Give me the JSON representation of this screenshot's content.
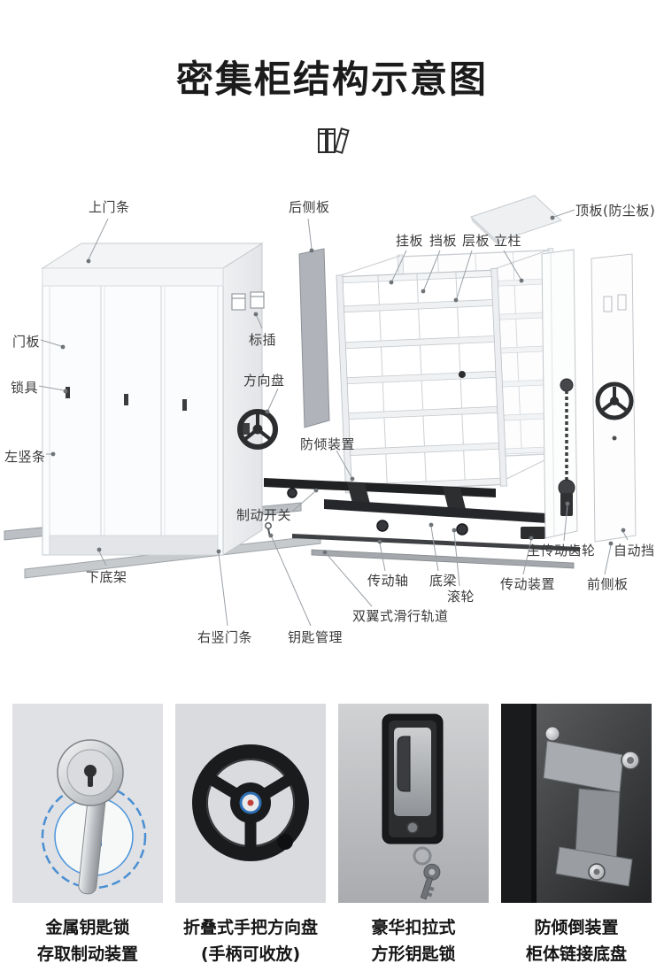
{
  "page": {
    "title": "密集柜结构示意图"
  },
  "icons": {
    "header_mark": "books-icon"
  },
  "diagram": {
    "labels": {
      "top_door_strip": "上门条",
      "rear_side_panel": "后侧板",
      "top_panel": "顶板(防尘板)",
      "hanging_board": "挂板",
      "baffle": "挡板",
      "shelf_board": "层板",
      "column": "立柱",
      "door_panel": "门板",
      "lock": "锁具",
      "left_vertical_strip": "左竖条",
      "label_insert": "标插",
      "steering_wheel": "方向盘",
      "anti_tilt_device": "防倾装置",
      "brake_switch": "制动开关",
      "bottom_frame": "下底架",
      "right_vertical_door_strip": "右竖门条",
      "key_management": "钥匙管理",
      "double_wing_track": "双翼式滑行轨道",
      "drive_shaft": "传动轴",
      "bottom_beam": "底梁",
      "roller": "滚轮",
      "transmission": "传动装置",
      "main_drive_gear": "主传动齿轮",
      "auto_stop": "自动挡",
      "front_side_panel": "前侧板"
    }
  },
  "features": [
    {
      "line1": "金属钥匙锁",
      "line2": "存取制动装置"
    },
    {
      "line1": "折叠式手把方向盘",
      "line2": "(手柄可收放)"
    },
    {
      "line1": "豪华扣拉式",
      "line2": "方形钥匙锁"
    },
    {
      "line1": "防倾倒装置",
      "line2": "柜体链接底盘"
    }
  ]
}
